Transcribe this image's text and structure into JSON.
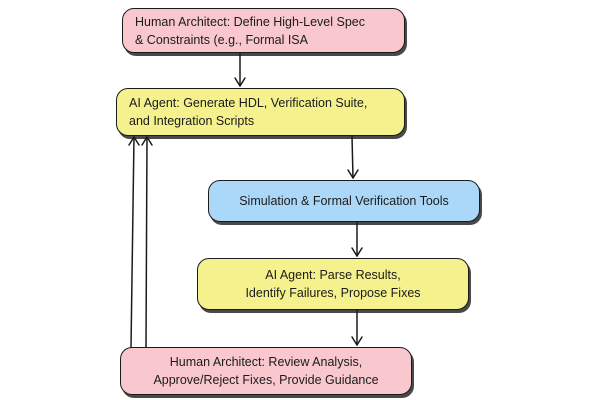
{
  "diagram": {
    "stroke_color": "#1b1b1b",
    "background_color": "#ffffff",
    "nodes": [
      {
        "id": "define-spec",
        "actor": "human-architect",
        "fill": "#f8c8ce",
        "lines": [
          "Human Architect: Define High-Level Spec",
          "& Constraints (e.g., Formal ISA"
        ]
      },
      {
        "id": "generate-hdl",
        "actor": "ai-agent",
        "fill": "#f5f18d",
        "lines": [
          "AI Agent: Generate HDL, Verification Suite,",
          "and Integration Scripts"
        ]
      },
      {
        "id": "simulation-tools",
        "actor": "tools",
        "fill": "#abd8f8",
        "lines": [
          "Simulation & Formal Verification Tools"
        ]
      },
      {
        "id": "parse-results",
        "actor": "ai-agent",
        "fill": "#f5f18d",
        "lines": [
          "AI Agent: Parse Results,",
          "Identify Failures, Propose Fixes"
        ]
      },
      {
        "id": "review-analysis",
        "actor": "human-architect",
        "fill": "#f8c8ce",
        "lines": [
          "Human Architect: Review Analysis,",
          "Approve/Reject Fixes, Provide Guidance"
        ]
      }
    ],
    "edges": [
      {
        "from": "define-spec",
        "to": "generate-hdl",
        "direction": "down"
      },
      {
        "from": "generate-hdl",
        "to": "simulation-tools",
        "direction": "down"
      },
      {
        "from": "simulation-tools",
        "to": "parse-results",
        "direction": "down"
      },
      {
        "from": "parse-results",
        "to": "review-analysis",
        "direction": "down"
      },
      {
        "from": "review-analysis",
        "to": "generate-hdl",
        "direction": "up-feedback-1"
      },
      {
        "from": "review-analysis",
        "to": "generate-hdl",
        "direction": "up-feedback-2"
      }
    ]
  }
}
